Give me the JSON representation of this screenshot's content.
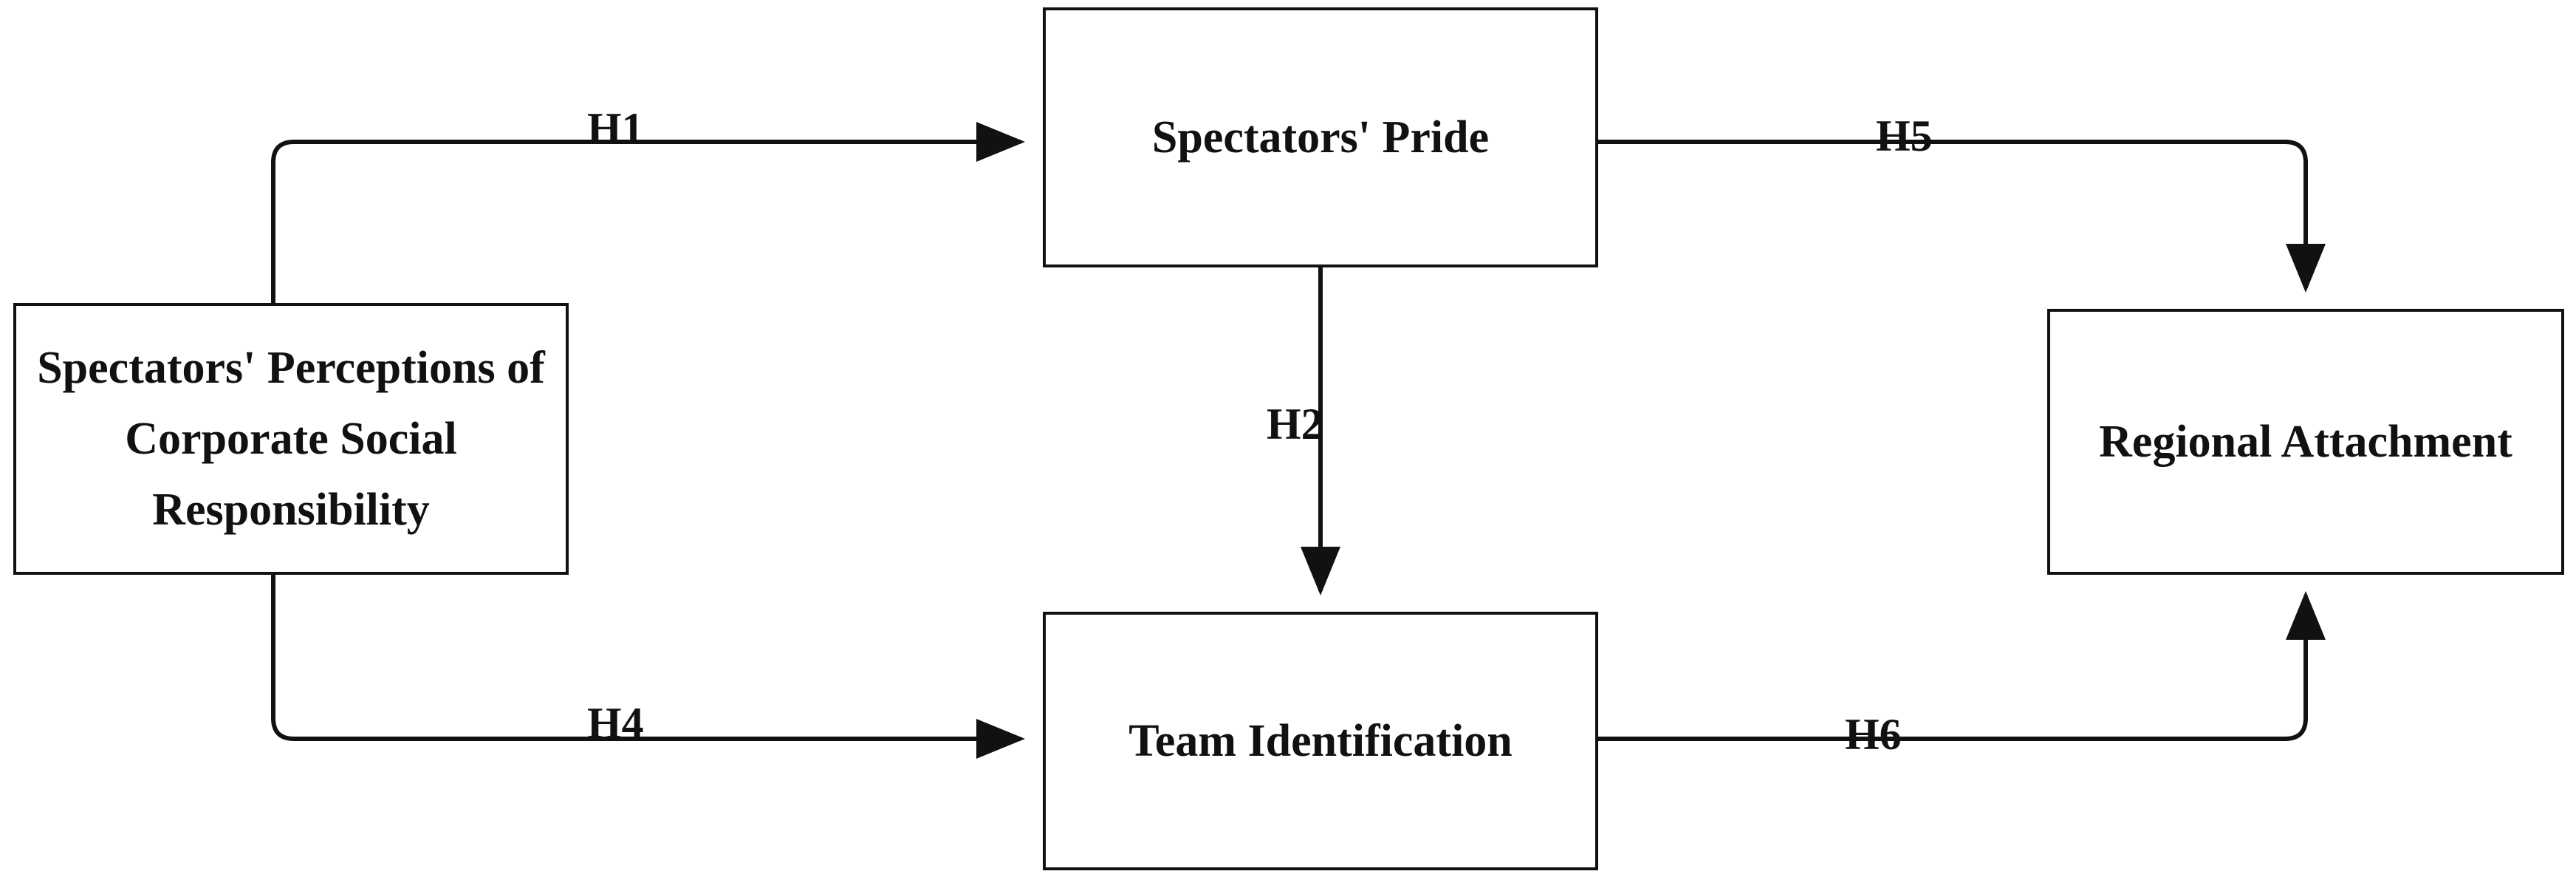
{
  "diagram": {
    "title": "Conceptual research model of spectators' CSR perceptions, pride, team identification and regional attachment",
    "nodes": [
      {
        "id": "csr",
        "label": "Spectators' Perceptions of Corporate Social Responsibility"
      },
      {
        "id": "pride",
        "label": "Spectators' Pride"
      },
      {
        "id": "team",
        "label": "Team Identification"
      },
      {
        "id": "regional",
        "label": "Regional Attachment"
      }
    ],
    "edges": [
      {
        "id": "h1",
        "label": "H1",
        "from": "csr",
        "to": "pride"
      },
      {
        "id": "h2",
        "label": "H2",
        "from": "pride",
        "to": "team"
      },
      {
        "id": "h4",
        "label": "H4",
        "from": "csr",
        "to": "team"
      },
      {
        "id": "h5",
        "label": "H5",
        "from": "pride",
        "to": "regional"
      },
      {
        "id": "h6",
        "label": "H6",
        "from": "team",
        "to": "regional"
      }
    ],
    "colors": {
      "stroke": "#111111",
      "background": "#ffffff",
      "text": "#111111"
    }
  }
}
